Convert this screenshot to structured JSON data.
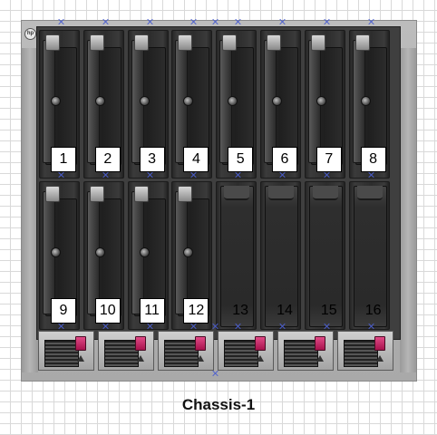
{
  "diagram": {
    "label": "Chassis-1",
    "logo_text": "hp"
  },
  "bays": [
    {
      "number": "1",
      "state": "populated"
    },
    {
      "number": "2",
      "state": "populated"
    },
    {
      "number": "3",
      "state": "populated"
    },
    {
      "number": "4",
      "state": "populated"
    },
    {
      "number": "5",
      "state": "populated"
    },
    {
      "number": "6",
      "state": "populated"
    },
    {
      "number": "7",
      "state": "populated"
    },
    {
      "number": "8",
      "state": "populated"
    },
    {
      "number": "9",
      "state": "populated"
    },
    {
      "number": "10",
      "state": "populated"
    },
    {
      "number": "11",
      "state": "populated"
    },
    {
      "number": "12",
      "state": "populated"
    },
    {
      "number": "13",
      "state": "empty"
    },
    {
      "number": "14",
      "state": "empty"
    },
    {
      "number": "15",
      "state": "empty"
    },
    {
      "number": "16",
      "state": "empty"
    }
  ],
  "power_supplies": [
    {
      "id": "psu-1"
    },
    {
      "id": "psu-2"
    },
    {
      "id": "psu-3"
    },
    {
      "id": "psu-4"
    },
    {
      "id": "psu-5"
    },
    {
      "id": "psu-6"
    }
  ],
  "colors": {
    "psu_led": "#c81e63",
    "selection_handle": "#4c5fd0"
  }
}
